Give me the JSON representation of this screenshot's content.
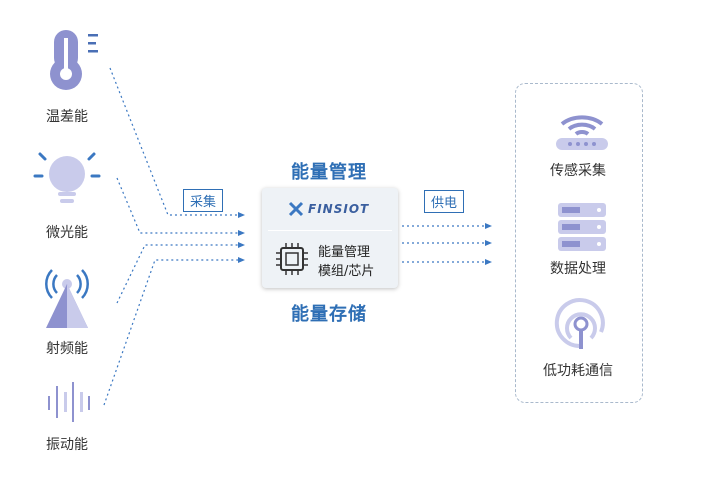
{
  "sources": [
    {
      "label": "温差能",
      "icon": "thermometer-icon"
    },
    {
      "label": "微光能",
      "icon": "light-bulb-icon"
    },
    {
      "label": "射频能",
      "icon": "radio-antenna-icon"
    },
    {
      "label": "振动能",
      "icon": "vibration-wave-icon"
    }
  ],
  "collect_tag": "采集",
  "supply_tag": "供电",
  "energy_management_title": "能量管理",
  "energy_storage_title": "能量存储",
  "module": {
    "logo_text": "FINSIOT",
    "line1": "能量管理",
    "line2": "模组/芯片"
  },
  "devices": [
    {
      "label": "传感采集",
      "icon": "router-icon"
    },
    {
      "label": "数据处理",
      "icon": "server-icon"
    },
    {
      "label": "低功耗通信",
      "icon": "signal-broadcast-icon"
    }
  ],
  "colors": {
    "accent": "#2f6fb5",
    "icon_purple": "#8e92cf",
    "icon_light": "#c9cbeb",
    "connector": "#3b78c2"
  }
}
